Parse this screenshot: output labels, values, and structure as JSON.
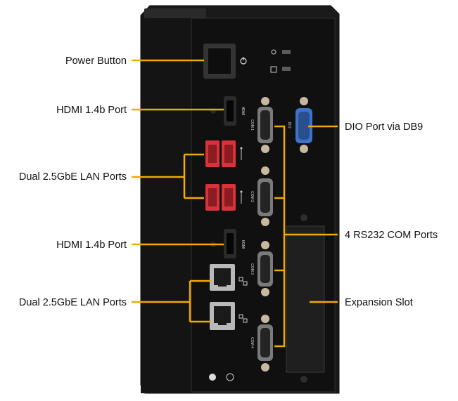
{
  "colors": {
    "callout_line": "#f2a900",
    "chassis": "#1c1c1c",
    "panel": "#141414",
    "usb_red": "#d9323a",
    "dio_blue": "#3d73c9"
  },
  "labels": {
    "power_button": "Power Button",
    "hdmi_top": "HDMI 1.4b Port",
    "lan_usb_top": "Dual 2.5GbE LAN Ports",
    "hdmi_bottom": "HDMI 1.4b Port",
    "lan_bottom": "Dual 2.5GbE LAN Ports",
    "dio": "DIO Port via DB9",
    "com_ports": "4 RS232 COM Ports",
    "expansion": "Expansion Slot"
  },
  "panel_text": {
    "hdmi": "HDMI",
    "com1": "COM 1",
    "com2": "COM 2",
    "com3": "COM 3",
    "com4": "COM 4",
    "dio": "DIO"
  },
  "icons": [
    "power-icon",
    "led-indicator-icon",
    "hdd-indicator-icon",
    "usb-icon",
    "network-icon",
    "ground-icon"
  ]
}
